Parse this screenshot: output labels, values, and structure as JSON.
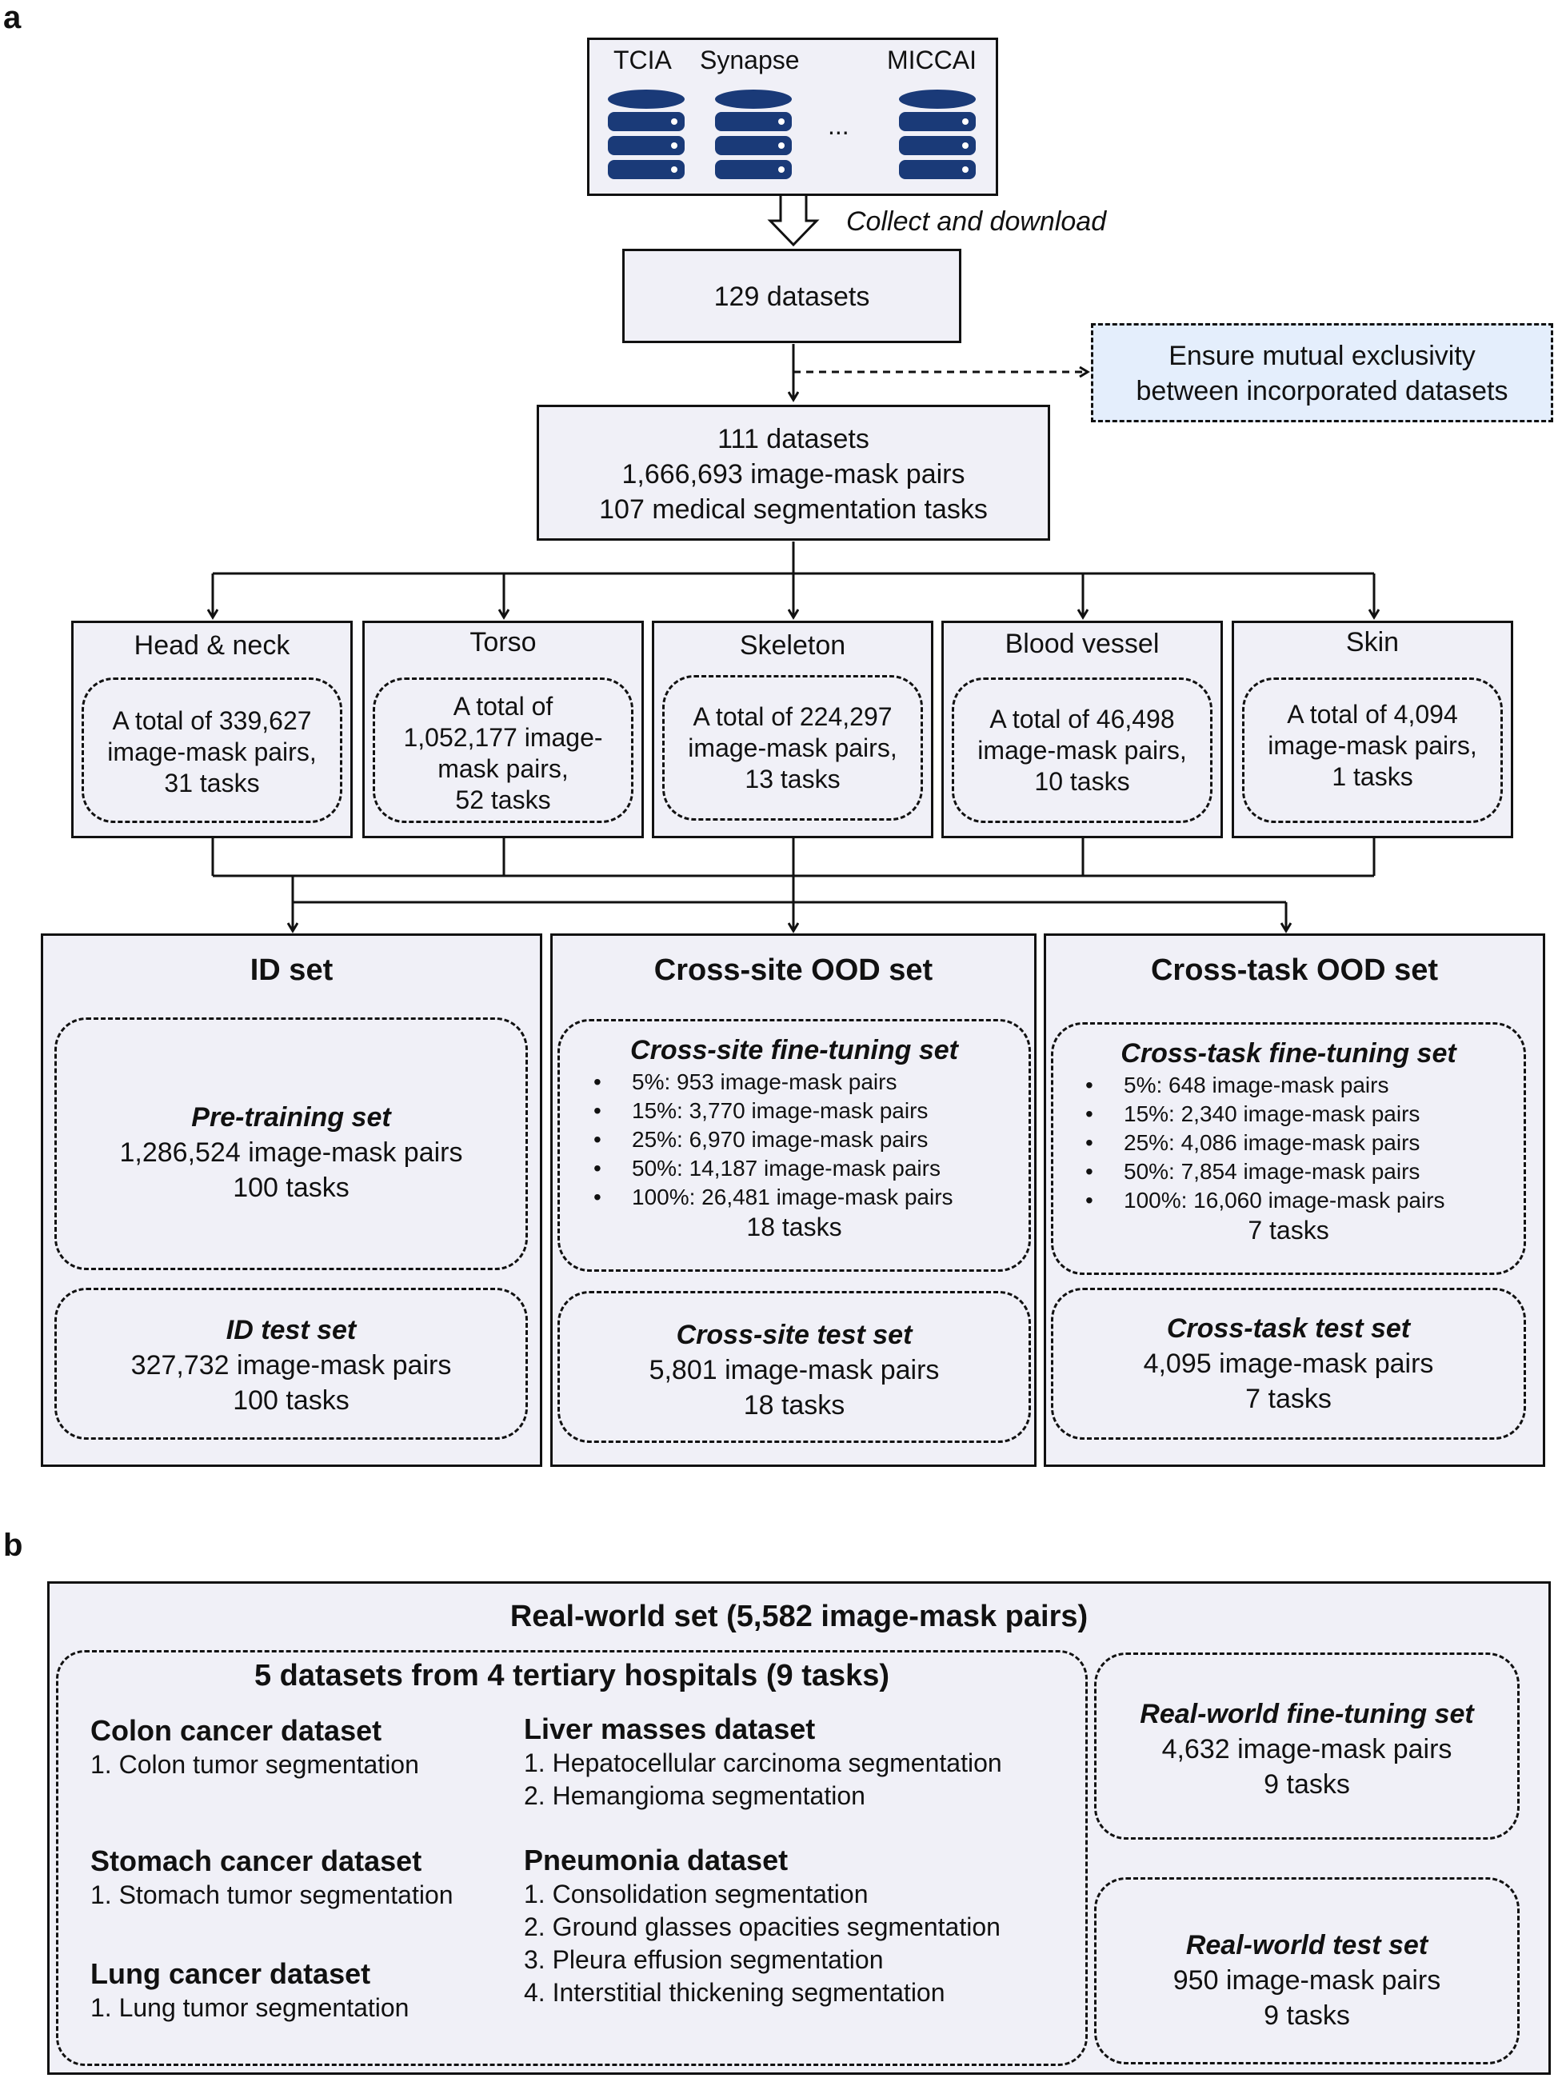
{
  "panels": {
    "a": "a",
    "b": "b"
  },
  "sources": {
    "labels": [
      "TCIA",
      "Synapse",
      "MICCAI"
    ],
    "ellipsis": "...",
    "icon": "database-icon"
  },
  "collect_label": "Collect and download",
  "datasets_129": "129 datasets",
  "exclusivity_note": [
    "Ensure mutual exclusivity",
    "between incorporated datasets"
  ],
  "datasets_111": [
    "111 datasets",
    "1,666,693 image-mask pairs",
    "107 medical segmentation tasks"
  ],
  "regions": [
    {
      "title": "Head & neck",
      "lines": [
        "A total of 339,627",
        "image-mask pairs,",
        "31 tasks"
      ]
    },
    {
      "title": "Torso",
      "lines": [
        "A total of",
        "1,052,177 image-",
        "mask pairs,",
        "52 tasks"
      ]
    },
    {
      "title": "Skeleton",
      "lines": [
        "A total of 224,297",
        "image-mask pairs,",
        "13 tasks"
      ]
    },
    {
      "title": "Blood vessel",
      "lines": [
        "A total of 46,498",
        "image-mask pairs,",
        "10 tasks"
      ]
    },
    {
      "title": "Skin",
      "lines": [
        "A total of 4,094",
        "image-mask pairs,",
        "1 tasks"
      ]
    }
  ],
  "sets": {
    "id": {
      "title": "ID set",
      "pretrain": {
        "title": "Pre-training set",
        "pairs": "1,286,524 image-mask pairs",
        "tasks": "100 tasks"
      },
      "test": {
        "title": "ID test set",
        "pairs": "327,732 image-mask pairs",
        "tasks": "100 tasks"
      }
    },
    "cross_site": {
      "title": "Cross-site OOD set",
      "finetune": {
        "title": "Cross-site fine-tuning set",
        "items": [
          "5%: 953 image-mask pairs",
          "15%: 3,770 image-mask pairs",
          "25%: 6,970 image-mask pairs",
          "50%: 14,187 image-mask pairs",
          "100%: 26,481 image-mask pairs"
        ],
        "tasks": "18 tasks"
      },
      "test": {
        "title": "Cross-site test set",
        "pairs": "5,801 image-mask pairs",
        "tasks": "18 tasks"
      }
    },
    "cross_task": {
      "title": "Cross-task OOD set",
      "finetune": {
        "title": "Cross-task fine-tuning set",
        "items": [
          "5%: 648 image-mask pairs",
          "15%: 2,340 image-mask pairs",
          "25%: 4,086 image-mask pairs",
          "50%: 7,854 image-mask pairs",
          "100%: 16,060 image-mask pairs"
        ],
        "tasks": "7 tasks"
      },
      "test": {
        "title": "Cross-task test set",
        "pairs": "4,095 image-mask pairs",
        "tasks": "7 tasks"
      }
    }
  },
  "real_world": {
    "title": "Real-world set (5,582 image-mask pairs)",
    "hospitals_title": "5 datasets from 4 tertiary hospitals (9 tasks)",
    "datasets": {
      "colon": {
        "title": "Colon cancer dataset",
        "items": [
          "1. Colon tumor segmentation"
        ]
      },
      "stomach": {
        "title": "Stomach cancer dataset",
        "items": [
          "1. Stomach tumor segmentation"
        ]
      },
      "lung": {
        "title": "Lung cancer dataset",
        "items": [
          "1. Lung tumor segmentation"
        ]
      },
      "liver": {
        "title": "Liver masses dataset",
        "items": [
          "1. Hepatocellular carcinoma segmentation",
          "2. Hemangioma segmentation"
        ]
      },
      "pneumonia": {
        "title": "Pneumonia dataset",
        "items": [
          "1. Consolidation segmentation",
          "2. Ground glasses opacities segmentation",
          "3. Pleura effusion segmentation",
          "4. Interstitial thickening segmentation"
        ]
      }
    },
    "finetune": {
      "title": "Real-world fine-tuning set",
      "pairs": "4,632 image-mask pairs",
      "tasks": "9 tasks"
    },
    "test": {
      "title": "Real-world test set",
      "pairs": "950 image-mask pairs",
      "tasks": "9 tasks"
    }
  },
  "colors": {
    "box_fill": "#f0f0f7",
    "note_fill": "#e4eefc",
    "stroke": "#111111"
  }
}
